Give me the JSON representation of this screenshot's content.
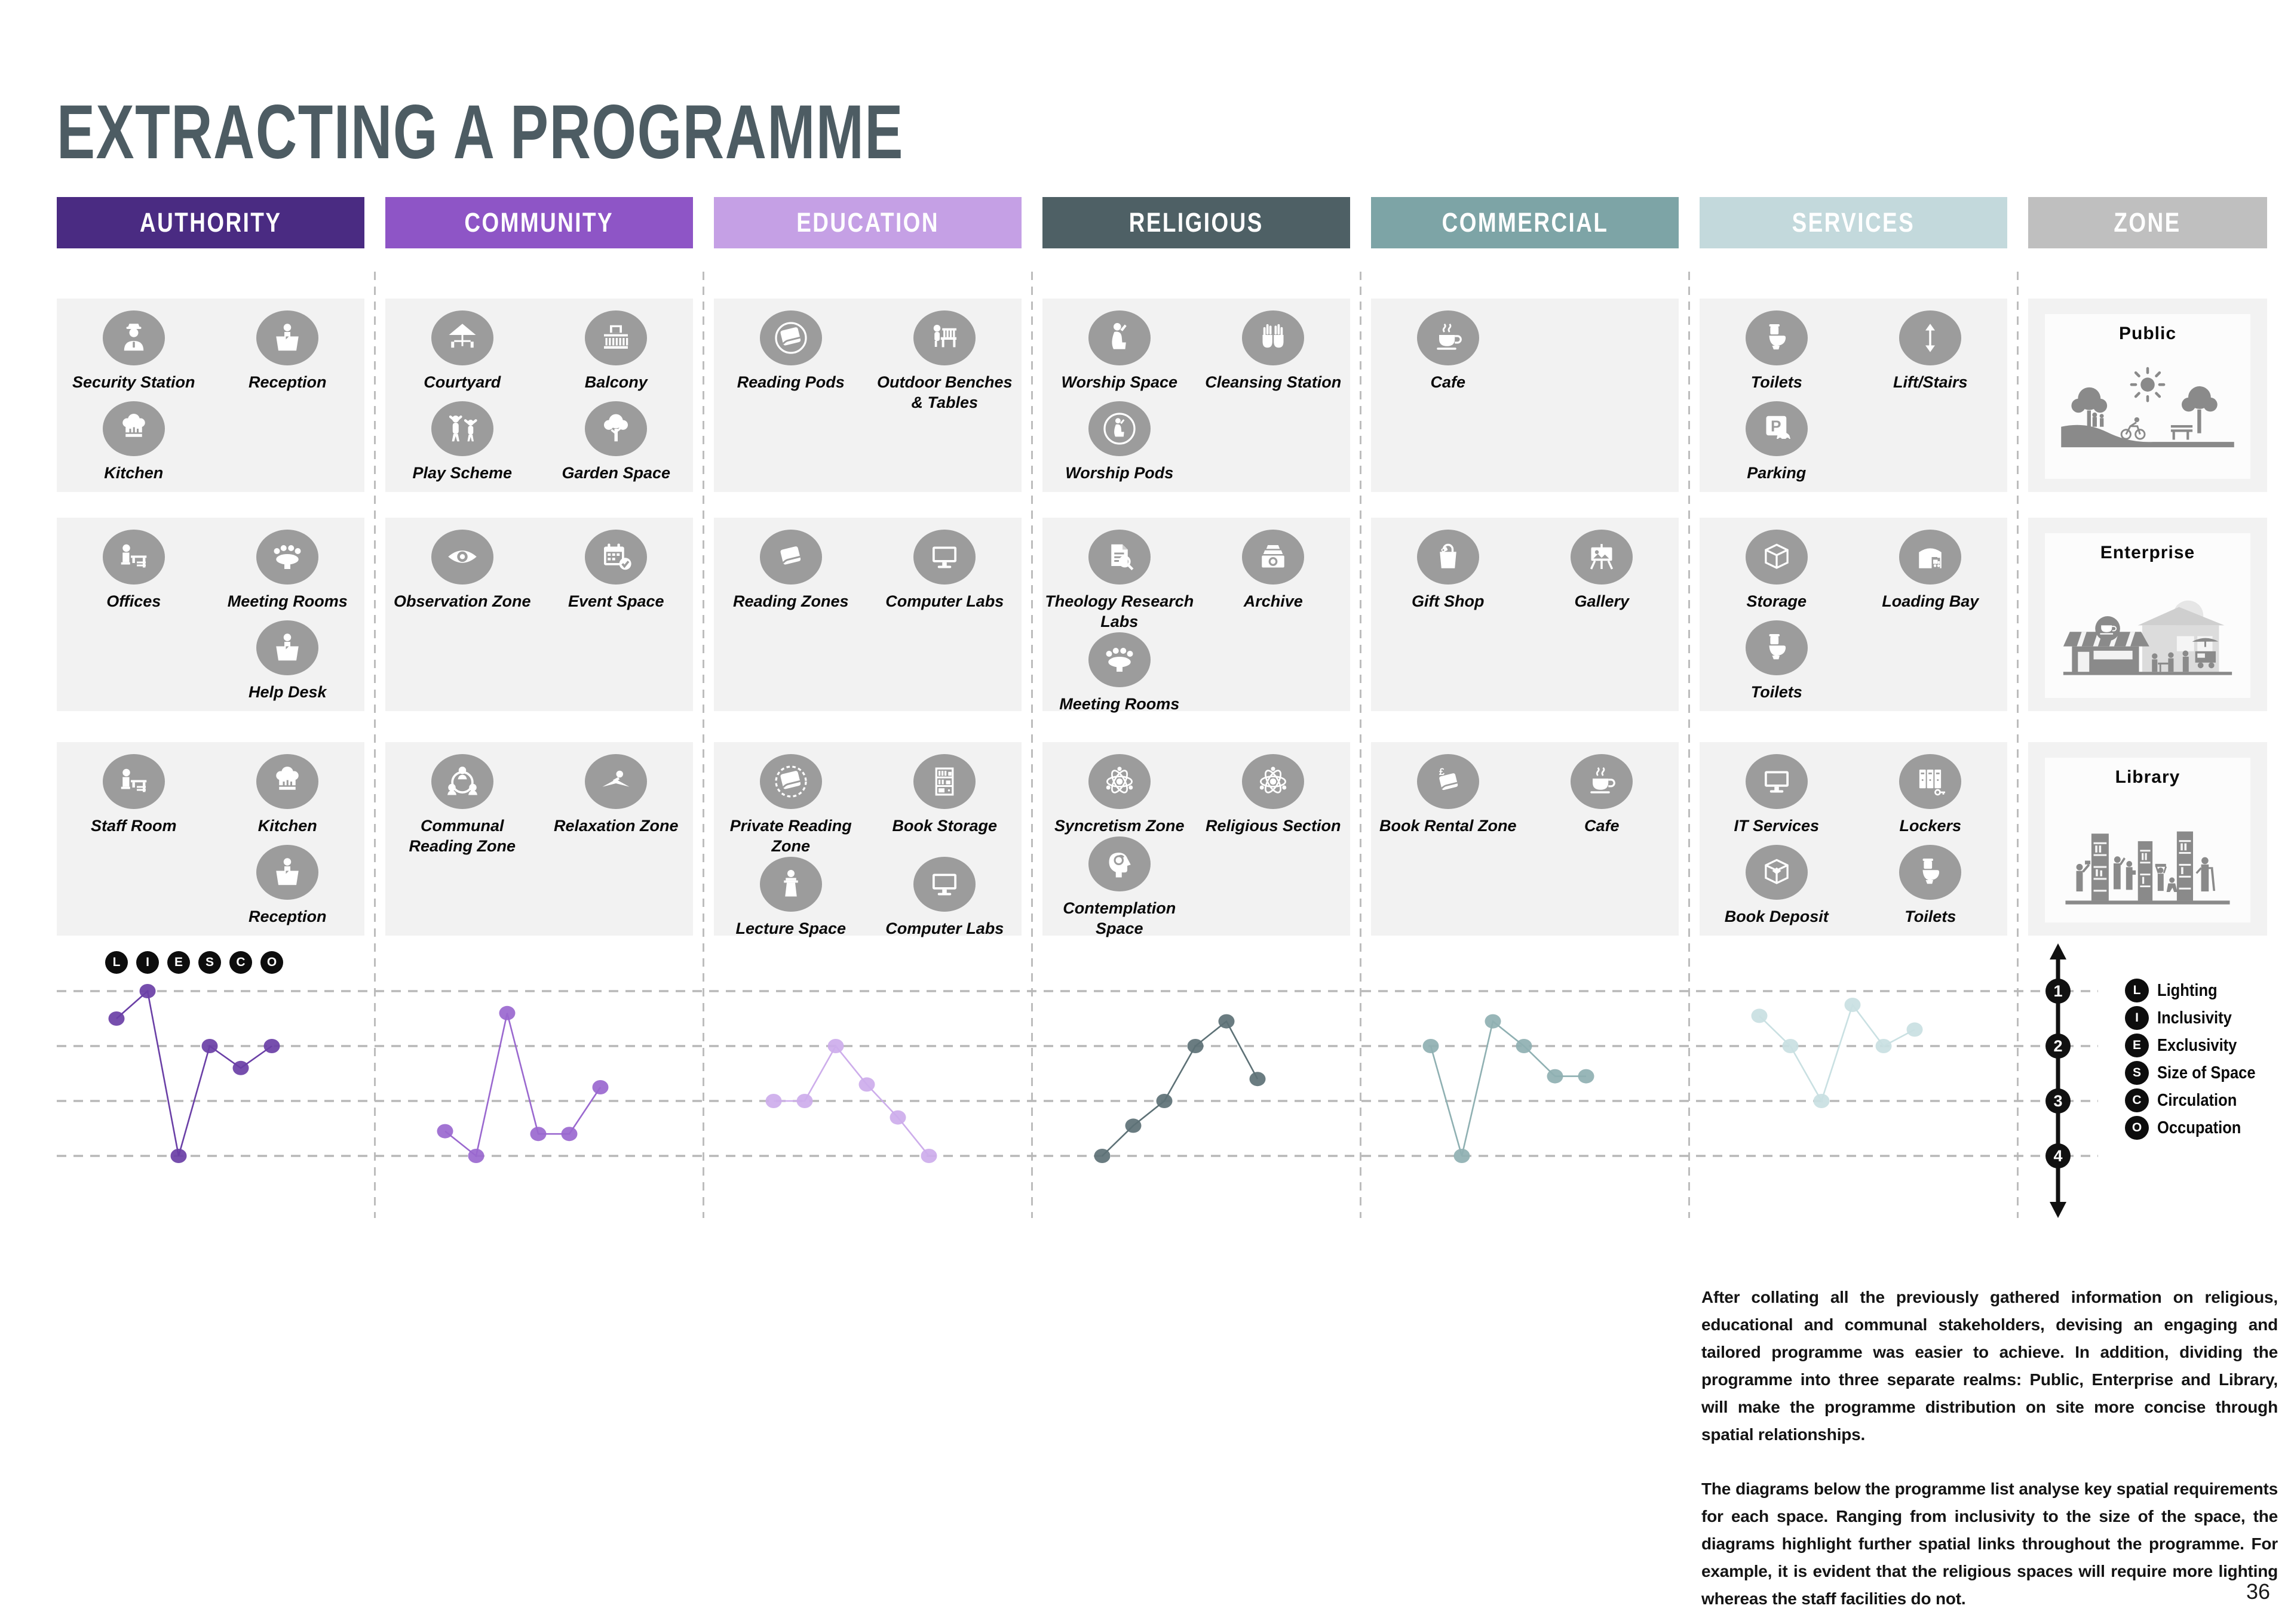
{
  "title": "EXTRACTING A PROGRAMME",
  "page_number": "36",
  "liesco": [
    "L",
    "I",
    "E",
    "S",
    "C",
    "O"
  ],
  "scale": [
    "1",
    "2",
    "3",
    "4"
  ],
  "legend": {
    "items": [
      {
        "letter": "L",
        "label": "Lighting"
      },
      {
        "letter": "I",
        "label": "Inclusivity"
      },
      {
        "letter": "E",
        "label": "Exclusivity"
      },
      {
        "letter": "S",
        "label": "Size of Space"
      },
      {
        "letter": "C",
        "label": "Circulation"
      },
      {
        "letter": "O",
        "label": "Occupation"
      }
    ]
  },
  "columns": [
    {
      "id": "authority",
      "label": "AUTHORITY",
      "header_color": "#4a2b82",
      "blocks": [
        {
          "slots": [
            {
              "label": "Security Station",
              "icon": "security-guard-icon"
            },
            {
              "label": "Reception",
              "icon": "reception-desk-icon"
            },
            {
              "label": "Kitchen",
              "icon": "chef-hat-icon"
            },
            null
          ]
        },
        {
          "slots": [
            {
              "label": "Offices",
              "icon": "office-desk-icon"
            },
            {
              "label": "Meeting Rooms",
              "icon": "meeting-table-icon"
            },
            null,
            {
              "label": "Help Desk",
              "icon": "reception-desk-icon"
            }
          ]
        },
        {
          "slots": [
            {
              "label": "Staff Room",
              "icon": "staff-desk-icon"
            },
            {
              "label": "Kitchen",
              "icon": "chef-hat-icon"
            },
            null,
            {
              "label": "Reception",
              "icon": "reception-desk-icon"
            }
          ]
        }
      ]
    },
    {
      "id": "community",
      "label": "COMMUNITY",
      "header_color": "#8e55c6",
      "blocks": [
        {
          "slots": [
            {
              "label": "Courtyard",
              "icon": "courtyard-umbrella-icon"
            },
            {
              "label": "Balcony",
              "icon": "balcony-icon"
            },
            {
              "label": "Play Scheme",
              "icon": "play-figures-icon"
            },
            {
              "label": "Garden Space",
              "icon": "garden-tree-icon"
            }
          ]
        },
        {
          "slots": [
            {
              "label": "Observation Zone",
              "icon": "observation-eye-icon"
            },
            {
              "label": "Event Space",
              "icon": "event-calendar-icon"
            },
            null,
            null
          ]
        },
        {
          "slots": [
            {
              "label": "Communal Reading Zone",
              "icon": "communal-group-icon"
            },
            {
              "label": "Relaxation Zone",
              "icon": "relaxation-reader-icon"
            },
            null,
            null
          ]
        }
      ]
    },
    {
      "id": "education",
      "label": "EDUCATION",
      "header_color": "#c5a0e5",
      "blocks": [
        {
          "slots": [
            {
              "label": "Reading Pods",
              "icon": "reading-pod-icon"
            },
            {
              "label": "Outdoor Benches & Tables",
              "icon": "outdoor-bench-icon"
            },
            null,
            null
          ]
        },
        {
          "slots": [
            {
              "label": "Reading  Zones",
              "icon": "reading-book-icon"
            },
            {
              "label": "Computer Labs",
              "icon": "computer-monitor-icon"
            },
            null,
            null
          ]
        },
        {
          "slots": [
            {
              "label": "Private Reading Zone",
              "icon": "private-reading-icon"
            },
            {
              "label": "Book Storage",
              "icon": "book-storage-icon"
            },
            {
              "label": "Lecture Space",
              "icon": "lecture-podium-icon"
            },
            {
              "label": "Computer Labs",
              "icon": "computer-monitor-icon"
            }
          ]
        }
      ]
    },
    {
      "id": "religious",
      "label": "RELIGIOUS",
      "header_color": "#4e6065",
      "blocks": [
        {
          "slots": [
            {
              "label": "Worship Space",
              "icon": "worship-kneeling-icon"
            },
            {
              "label": "Cleansing Station",
              "icon": "cleansing-hands-icon"
            },
            {
              "label": "Worship Pods",
              "icon": "worship-pod-icon"
            },
            null
          ]
        },
        {
          "slots": [
            {
              "label": "Theology Research Labs",
              "icon": "theology-research-icon"
            },
            {
              "label": "Archive",
              "icon": "archive-icon"
            },
            {
              "label": "Meeting Rooms",
              "icon": "meeting-table-icon"
            },
            null
          ]
        },
        {
          "slots": [
            {
              "label": "Syncretism Zone",
              "icon": "syncretism-atom-icon"
            },
            {
              "label": "Religious Section",
              "icon": "religious-section-icon"
            },
            {
              "label": "Contemplation Space",
              "icon": "contemplation-head-icon"
            },
            null
          ]
        }
      ]
    },
    {
      "id": "commercial",
      "label": "COMMERCIAL",
      "header_color": "#7da4a6",
      "blocks": [
        {
          "slots": [
            {
              "label": "Cafe",
              "icon": "cafe-cup-icon"
            },
            null,
            null,
            null
          ]
        },
        {
          "slots": [
            {
              "label": "Gift Shop",
              "icon": "gift-bag-icon"
            },
            {
              "label": "Gallery",
              "icon": "gallery-easel-icon"
            },
            null,
            null
          ]
        },
        {
          "slots": [
            {
              "label": "Book Rental Zone",
              "icon": "book-rental-icon"
            },
            {
              "label": "Cafe",
              "icon": "cafe-cup-icon"
            },
            null,
            null
          ]
        }
      ]
    },
    {
      "id": "services",
      "label": "SERVICES",
      "header_color": "#c3d9dc",
      "blocks": [
        {
          "slots": [
            {
              "label": "Toilets",
              "icon": "toilet-icon"
            },
            {
              "label": "Lift/Stairs",
              "icon": "lift-stairs-icon"
            },
            {
              "label": "Parking",
              "icon": "parking-icon"
            },
            null
          ]
        },
        {
          "slots": [
            {
              "label": "Storage",
              "icon": "storage-box-icon"
            },
            {
              "label": "Loading Bay",
              "icon": "loading-bay-icon"
            },
            {
              "label": "Toilets",
              "icon": "toilet-icon"
            },
            null
          ]
        },
        {
          "slots": [
            {
              "label": "IT Services",
              "icon": "computer-monitor-icon"
            },
            {
              "label": "Lockers",
              "icon": "lockers-icon"
            },
            {
              "label": "Book Deposit",
              "icon": "book-deposit-icon"
            },
            {
              "label": "Toilets",
              "icon": "toilet-icon"
            }
          ]
        }
      ]
    },
    {
      "id": "zone",
      "label": "ZONE",
      "header_color": "#bfbfbf",
      "cards": [
        {
          "title": "Public",
          "scene": "public-park-scene"
        },
        {
          "title": "Enterprise",
          "scene": "enterprise-cafe-scene"
        },
        {
          "title": "Library",
          "scene": "library-shelves-scene"
        }
      ]
    }
  ],
  "chart_data": [
    {
      "type": "line",
      "name": "Authority",
      "categories": [
        "L",
        "I",
        "E",
        "S",
        "C",
        "O"
      ],
      "values": [
        1.5,
        1.0,
        4.0,
        2.0,
        2.4,
        2.0
      ],
      "color": "#6a3fa6",
      "y_range": [
        1,
        4
      ],
      "y_inverted": true,
      "grid": "dashed"
    },
    {
      "type": "line",
      "name": "Community",
      "categories": [
        "L",
        "I",
        "E",
        "S",
        "C",
        "O"
      ],
      "values": [
        3.55,
        4.0,
        1.4,
        3.6,
        3.6,
        2.75
      ],
      "color": "#9a68cf",
      "y_range": [
        1,
        4
      ],
      "y_inverted": true,
      "grid": "dashed"
    },
    {
      "type": "line",
      "name": "Education",
      "categories": [
        "L",
        "I",
        "E",
        "S",
        "C",
        "O"
      ],
      "values": [
        3.0,
        3.0,
        2.0,
        2.7,
        3.3,
        4.0
      ],
      "color": "#cdadeb",
      "y_range": [
        1,
        4
      ],
      "y_inverted": true,
      "grid": "dashed"
    },
    {
      "type": "line",
      "name": "Religious",
      "categories": [
        "L",
        "I",
        "E",
        "S",
        "C",
        "O"
      ],
      "values": [
        4.0,
        3.45,
        3.0,
        2.0,
        1.55,
        2.6
      ],
      "color": "#5d7176",
      "y_range": [
        1,
        4
      ],
      "y_inverted": true,
      "grid": "dashed"
    },
    {
      "type": "line",
      "name": "Commercial",
      "categories": [
        "L",
        "I",
        "E",
        "S",
        "C",
        "O"
      ],
      "values": [
        2.0,
        4.0,
        1.55,
        2.0,
        2.55,
        2.55
      ],
      "color": "#8fb0b2",
      "y_range": [
        1,
        4
      ],
      "y_inverted": true,
      "grid": "dashed"
    },
    {
      "type": "line",
      "name": "Services",
      "categories": [
        "L",
        "I",
        "E",
        "S",
        "C",
        "O"
      ],
      "values": [
        1.45,
        2.0,
        3.0,
        1.25,
        2.0,
        1.7
      ],
      "color": "#c9e0e2",
      "y_range": [
        1,
        4
      ],
      "y_inverted": true,
      "grid": "dashed"
    }
  ],
  "text_block": {
    "para1": "After collating all the previously gathered information on religious, educational and communal stakeholders, devising an engaging and tailored programme was easier to achieve. In addition, dividing the programme into three separate realms: Public, Enterprise and Library, will make the programme distribution on site more concise through spatial relationships.",
    "para2": "The diagrams below the programme list analyse key spatial requirements for each space. Ranging from inclusivity to the size of the space, the diagrams highlight further spatial links throughout the programme. For example, it is evident that the religious spaces will require more lighting whereas the staff facilities  do not."
  }
}
